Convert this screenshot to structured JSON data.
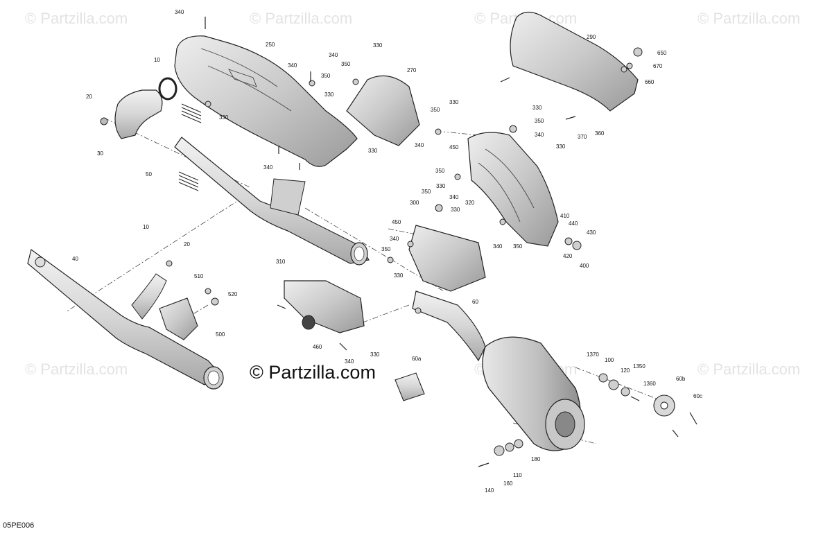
{
  "watermark_text": "© Partzilla.com",
  "brand_text": "© Partzilla.com",
  "figure_code": "05PE006",
  "callouts": [
    "10",
    "20",
    "30",
    "50",
    "250",
    "340",
    "350",
    "330",
    "270",
    "290",
    "650",
    "670",
    "660",
    "370",
    "360",
    "450",
    "320",
    "410",
    "440",
    "430",
    "420",
    "400",
    "300",
    "310",
    "40",
    "510",
    "520",
    "500",
    "460",
    "60",
    "60a",
    "1370",
    "100",
    "120",
    "1350",
    "1360",
    "60b",
    "60c",
    "180",
    "110",
    "160",
    "140"
  ]
}
